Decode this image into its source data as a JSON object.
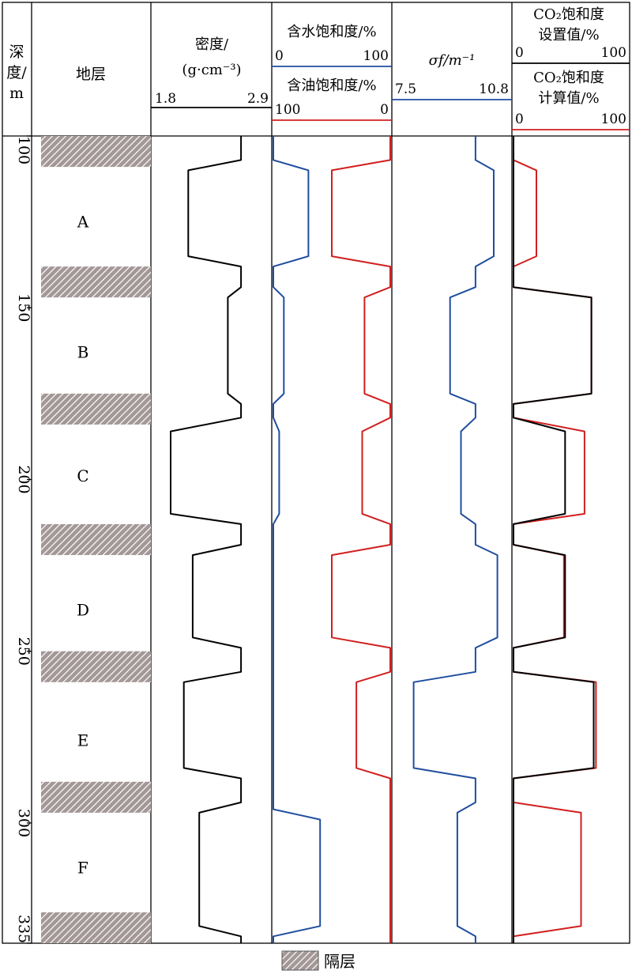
{
  "chart_data": {
    "type": "line",
    "depth": {
      "header": [
        "深",
        "度/",
        "m"
      ],
      "range": [
        100,
        335
      ],
      "ticks": [
        100,
        150,
        200,
        250,
        300,
        335
      ]
    },
    "formation": {
      "header": "地层",
      "layers": [
        {
          "label": "A",
          "depth": 125
        },
        {
          "label": "B",
          "depth": 163
        },
        {
          "label": "C",
          "depth": 199
        },
        {
          "label": "D",
          "depth": 238
        },
        {
          "label": "E",
          "depth": 276
        },
        {
          "label": "F",
          "depth": 313
        }
      ],
      "barriers": [
        [
          100,
          109
        ],
        [
          138,
          147
        ],
        [
          175,
          184
        ],
        [
          213,
          222
        ],
        [
          250,
          259
        ],
        [
          288,
          297
        ],
        [
          326,
          335
        ]
      ]
    },
    "tracks": {
      "density": {
        "label_line1": "密度/",
        "label_line2": "(g·cm⁻³)",
        "min_label": "1.8",
        "max_label": "2.9",
        "range": [
          1.8,
          2.9
        ],
        "color": "#000000",
        "series": [
          {
            "name": "density",
            "points": [
              [
                100,
                2.62
              ],
              [
                107,
                2.62
              ],
              [
                110,
                2.14
              ],
              [
                135,
                2.14
              ],
              [
                138,
                2.62
              ],
              [
                144,
                2.62
              ],
              [
                147,
                2.5
              ],
              [
                175,
                2.5
              ],
              [
                178,
                2.62
              ],
              [
                182,
                2.62
              ],
              [
                186,
                1.98
              ],
              [
                210,
                1.98
              ],
              [
                213,
                2.62
              ],
              [
                219,
                2.62
              ],
              [
                222,
                2.18
              ],
              [
                246,
                2.18
              ],
              [
                249,
                2.62
              ],
              [
                256,
                2.62
              ],
              [
                259,
                2.1
              ],
              [
                284,
                2.1
              ],
              [
                287,
                2.62
              ],
              [
                294,
                2.62
              ],
              [
                297,
                2.24
              ],
              [
                330,
                2.24
              ],
              [
                333,
                2.62
              ],
              [
                335,
                2.62
              ]
            ]
          }
        ]
      },
      "saturation": {
        "water_label": "含水饱和度/%",
        "water_min": "0",
        "water_max": "100",
        "oil_label": "含油饱和度/%",
        "oil_min": "100",
        "oil_max": "0",
        "water_color": "#1f4e9e",
        "oil_color": "#d0201f",
        "series": [
          {
            "name": "water",
            "points": [
              [
                100,
                0
              ],
              [
                107,
                0
              ],
              [
                110,
                30
              ],
              [
                135,
                30
              ],
              [
                138,
                0
              ],
              [
                144,
                0
              ],
              [
                147,
                9
              ],
              [
                175,
                9
              ],
              [
                178,
                0
              ],
              [
                182,
                0
              ],
              [
                186,
                5
              ],
              [
                210,
                5
              ],
              [
                213,
                0
              ],
              [
                296,
                0
              ],
              [
                299,
                40
              ],
              [
                330,
                40
              ],
              [
                333,
                0
              ],
              [
                335,
                0
              ]
            ]
          },
          {
            "name": "oil",
            "points": [
              [
                100,
                0
              ],
              [
                107,
                0
              ],
              [
                110,
                50
              ],
              [
                135,
                50
              ],
              [
                138,
                0
              ],
              [
                144,
                0
              ],
              [
                147,
                22
              ],
              [
                175,
                22
              ],
              [
                178,
                0
              ],
              [
                182,
                0
              ],
              [
                186,
                24
              ],
              [
                210,
                24
              ],
              [
                213,
                0
              ],
              [
                219,
                0
              ],
              [
                222,
                50
              ],
              [
                246,
                50
              ],
              [
                249,
                0
              ],
              [
                256,
                0
              ],
              [
                259,
                29
              ],
              [
                284,
                29
              ],
              [
                287,
                0
              ],
              [
                335,
                0
              ]
            ]
          }
        ]
      },
      "sigma": {
        "label": "σf/m⁻¹",
        "min_label": "7.5",
        "max_label": "10.8",
        "range": [
          7.5,
          10.8
        ],
        "color": "#1f4e9e",
        "series": [
          {
            "name": "sigma",
            "points": [
              [
                100,
                9.8
              ],
              [
                107,
                9.8
              ],
              [
                110,
                10.3
              ],
              [
                135,
                10.3
              ],
              [
                138,
                9.8
              ],
              [
                144,
                9.8
              ],
              [
                147,
                9.1
              ],
              [
                175,
                9.1
              ],
              [
                178,
                9.8
              ],
              [
                182,
                9.8
              ],
              [
                186,
                9.4
              ],
              [
                210,
                9.4
              ],
              [
                213,
                9.8
              ],
              [
                219,
                9.8
              ],
              [
                222,
                10.4
              ],
              [
                246,
                10.4
              ],
              [
                249,
                9.8
              ],
              [
                256,
                9.8
              ],
              [
                259,
                8.1
              ],
              [
                284,
                8.1
              ],
              [
                287,
                9.8
              ],
              [
                294,
                9.8
              ],
              [
                297,
                9.3
              ],
              [
                330,
                9.3
              ],
              [
                333,
                9.8
              ],
              [
                335,
                9.8
              ]
            ]
          }
        ]
      },
      "co2": {
        "set_label_line1": "CO₂饱和度",
        "set_label_line2": "设置值/%",
        "set_min": "0",
        "set_max": "100",
        "calc_label_line1": "CO₂饱和度",
        "calc_label_line2": "计算值/%",
        "calc_min": "0",
        "calc_max": "100",
        "set_color": "#000000",
        "calc_color": "#d0201f",
        "series": [
          {
            "name": "co2_set",
            "points": [
              [
                100,
                0
              ],
              [
                144,
                0
              ],
              [
                147,
                68
              ],
              [
                175,
                68
              ],
              [
                178,
                0
              ],
              [
                182,
                0
              ],
              [
                186,
                45
              ],
              [
                210,
                45
              ],
              [
                213,
                0
              ],
              [
                219,
                0
              ],
              [
                222,
                45
              ],
              [
                246,
                45
              ],
              [
                249,
                0
              ],
              [
                256,
                0
              ],
              [
                259,
                70
              ],
              [
                284,
                70
              ],
              [
                287,
                0
              ],
              [
                335,
                0
              ]
            ]
          },
          {
            "name": "co2_calc",
            "points": [
              [
                100,
                0
              ],
              [
                107,
                0
              ],
              [
                110,
                20
              ],
              [
                135,
                20
              ],
              [
                138,
                0
              ],
              [
                144,
                0
              ],
              [
                147,
                68
              ],
              [
                175,
                68
              ],
              [
                178,
                0
              ],
              [
                182,
                0
              ],
              [
                186,
                62
              ],
              [
                210,
                62
              ],
              [
                213,
                0
              ],
              [
                219,
                0
              ],
              [
                222,
                44
              ],
              [
                246,
                44
              ],
              [
                249,
                0
              ],
              [
                256,
                0
              ],
              [
                259,
                72
              ],
              [
                284,
                72
              ],
              [
                287,
                0
              ],
              [
                294,
                0
              ],
              [
                297,
                59
              ],
              [
                330,
                59
              ],
              [
                333,
                0
              ],
              [
                335,
                0
              ]
            ]
          }
        ]
      }
    },
    "legend": {
      "label": "隔层"
    }
  }
}
